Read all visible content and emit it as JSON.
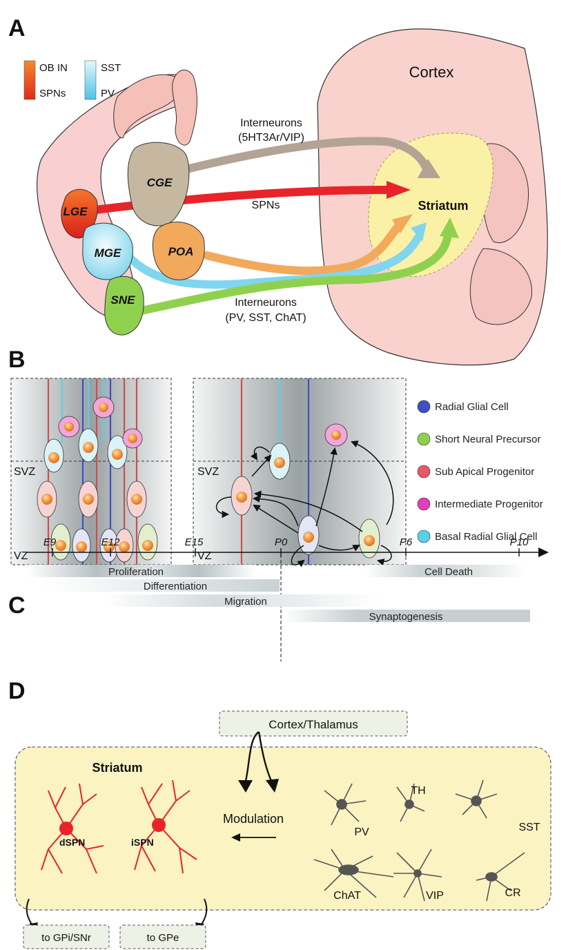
{
  "panels": {
    "a": "A",
    "b": "B",
    "c": "C",
    "d": "D"
  },
  "panel_a": {
    "legend": {
      "ob_in": "OB IN",
      "spns": "SPNs",
      "sst": "SST",
      "pv": "PV"
    },
    "cortex": "Cortex",
    "striatum": "Striatum",
    "regions": {
      "lge": "LGE",
      "mge": "MGE",
      "cge": "CGE",
      "poa": "POA",
      "sne": "SNE"
    },
    "interneurons_top_1": "Interneurons",
    "interneurons_top_2": "(5HT3Ar/VIP)",
    "spns_label": "SPNs",
    "interneurons_bottom_1": "Interneurons",
    "interneurons_bottom_2": "(PV, SST, ChAT)",
    "colors": {
      "spn": "#e8242a",
      "cge_arrow": "#b3a394",
      "poa_arrow": "#f2a95b",
      "mge_arrow": "#7fd6ee",
      "sne_arrow": "#8fd14f"
    }
  },
  "panel_b": {
    "svz": "SVZ",
    "vz": "VZ",
    "legend": [
      {
        "label": "Radial Glial Cell",
        "color": "#3f4fc4"
      },
      {
        "label": "Short Neural Precursor",
        "color": "#8fd14f"
      },
      {
        "label": "Sub Apical Progenitor",
        "color": "#e8566a"
      },
      {
        "label": "Intermediate Progenitor",
        "color": "#e040b8"
      },
      {
        "label": "Basal Radial Glial Cell",
        "color": "#5bcfe8"
      }
    ]
  },
  "panel_c": {
    "timepoints": [
      "E9",
      "E12",
      "E15",
      "P0",
      "P6",
      "P10"
    ],
    "bars": {
      "proliferation": "Proliferation",
      "differentiation": "Differentiation",
      "migration": "Migration",
      "synaptogenesis": "Synaptogenesis",
      "cell_death": "Cell Death"
    }
  },
  "panel_d": {
    "cortex_thalamus": "Cortex/Thalamus",
    "striatum": "Striatum",
    "modulation": "Modulation",
    "dspn": "dSPN",
    "ispn": "iSPN",
    "interneurons": {
      "pv": "PV",
      "th": "TH",
      "sst": "SST",
      "chat": "ChAT",
      "vip": "VIP",
      "cr": "CR"
    },
    "out_gpi": "to GPi/SNr",
    "out_gpe": "to GPe"
  }
}
